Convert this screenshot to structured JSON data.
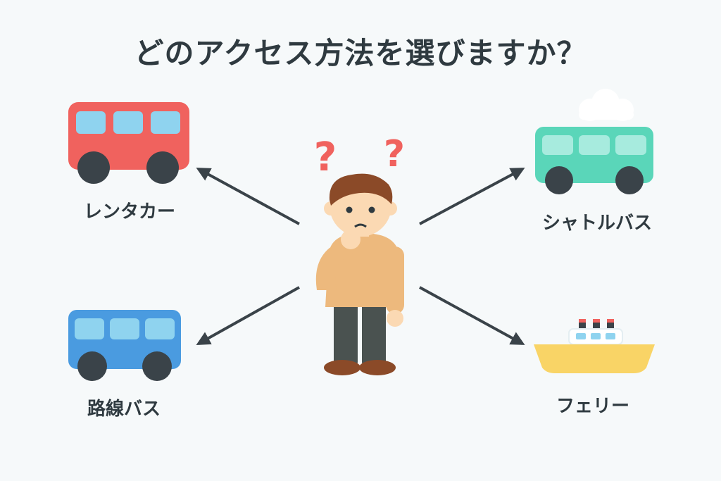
{
  "title": "どのアクセス方法を選びますか？",
  "options": {
    "rental_car": {
      "label": "レンタカー",
      "color": "#f0625e"
    },
    "shuttle_bus": {
      "label": "シャトルバス",
      "color": "#5ad6b9"
    },
    "local_bus": {
      "label": "路線バス",
      "color": "#4a9be0"
    },
    "ferry": {
      "label": "フェリー",
      "color": "#f9d466"
    }
  },
  "person": {
    "question_marks": [
      "?",
      "?"
    ],
    "question_color": "#f0625e"
  }
}
